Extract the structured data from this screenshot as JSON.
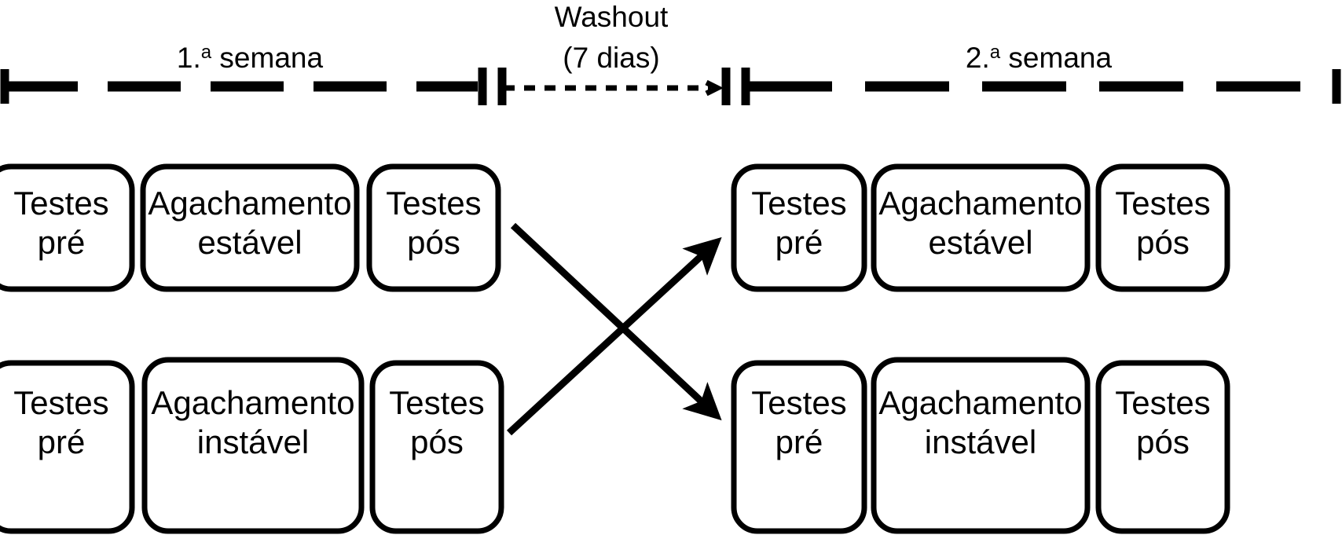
{
  "figure": {
    "kind": "crossover-study-design-diagram",
    "language": "pt-BR",
    "background_color": "#ffffff",
    "line_color": "#000000"
  },
  "timeline": {
    "segments": [
      {
        "id": "week1",
        "label_main": "1.",
        "label_sup": "a",
        "label_rest": " semana",
        "style": "dashed",
        "label_line2": ""
      },
      {
        "id": "washout",
        "label_main": "Washout",
        "label_line2": "(7 dias)",
        "style": "dotted"
      },
      {
        "id": "week2",
        "label_main": "2.",
        "label_sup": "a",
        "label_rest": " semana",
        "style": "dashed",
        "label_line2": ""
      }
    ]
  },
  "arms": [
    {
      "id": "arm-stable",
      "row": "top",
      "week1": [
        {
          "id": "pre",
          "line1": "Testes",
          "line2": "pré"
        },
        {
          "id": "intervention",
          "line1": "Agachamento",
          "line2": "estável"
        },
        {
          "id": "post",
          "line1": "Testes",
          "line2": "pós"
        }
      ],
      "week2": [
        {
          "id": "pre",
          "line1": "Testes",
          "line2": "pré"
        },
        {
          "id": "intervention",
          "line1": "Agachamento",
          "line2": "estável"
        },
        {
          "id": "post",
          "line1": "Testes",
          "line2": "pós"
        }
      ]
    },
    {
      "id": "arm-unstable",
      "row": "bottom",
      "week1": [
        {
          "id": "pre",
          "line1": "Testes",
          "line2": "pré"
        },
        {
          "id": "intervention",
          "line1": "Agachamento",
          "line2": "instável"
        },
        {
          "id": "post",
          "line1": "Testes",
          "line2": "pós"
        }
      ],
      "week2": [
        {
          "id": "pre",
          "line1": "Testes",
          "line2": "pré"
        },
        {
          "id": "intervention",
          "line1": "Agachamento",
          "line2": "instável"
        },
        {
          "id": "post",
          "line1": "Testes",
          "line2": "pós"
        }
      ]
    }
  ],
  "crossover": {
    "arrow_top_to_bottom": "top-week1-to-bottom-week2",
    "arrow_bottom_to_top": "bottom-week1-to-top-week2"
  }
}
